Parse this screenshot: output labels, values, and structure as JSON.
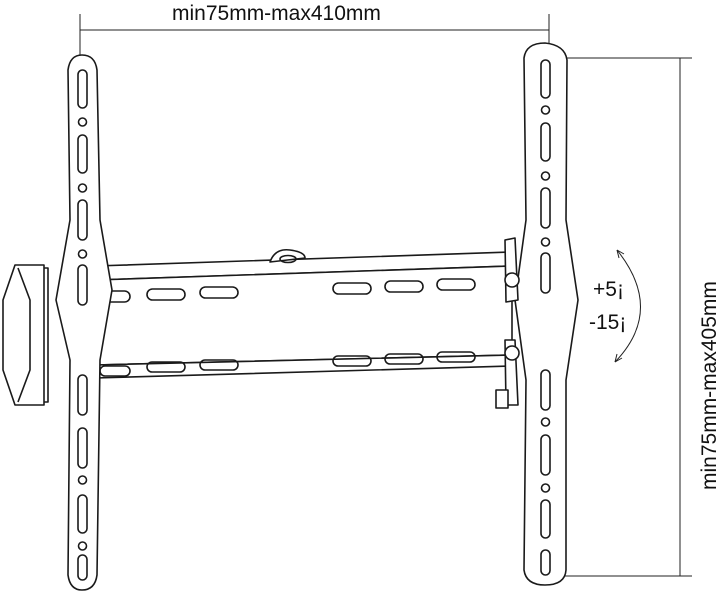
{
  "dimensions": {
    "width_label": "min75mm-max410mm",
    "height_label": "min75mm-max405mm"
  },
  "tilt": {
    "up_label": "+5¡",
    "down_label": "-15¡"
  },
  "colors": {
    "line": "#1a1a1a",
    "background": "#ffffff"
  }
}
